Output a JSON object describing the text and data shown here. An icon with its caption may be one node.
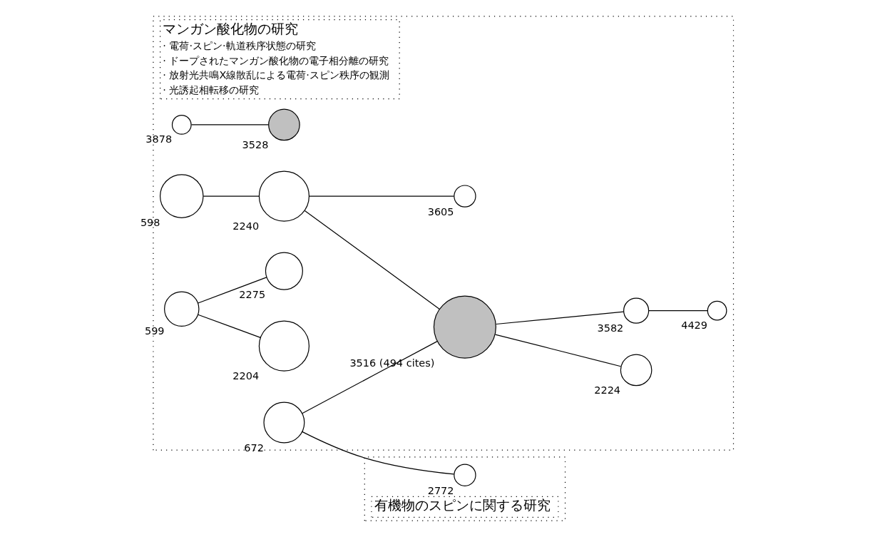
{
  "diagram": {
    "nodes": [
      {
        "text": [
          "マンガン酸化物の研究",
          "· 電荷·スピン·軌道秩序状態の研究",
          "· ドープされたマンガン酸化物の電子相分離の研究",
          "· 放射光共鳴X線散乱による電荷·スピン秩序の観測",
          "· 光誘起相転移の研究"
        ]
      },
      {
        "text": [
          "有機物のスピンに関する研究"
        ]
      },
      {
        "text": [],
        "shape": "circle",
        "beside": [
          "2772"
        ],
        "in": 1
      },
      {
        "text": [],
        "shape": "circle",
        "beside": [
          "3878"
        ],
        "in": 0
      },
      {
        "text": [],
        "shape": "circle",
        "beside": [
          "3528"
        ],
        "in": 0
      },
      {
        "text": [],
        "shape": "circle",
        "beside": [
          "598"
        ],
        "in": 0
      },
      {
        "text": [],
        "shape": "circle",
        "beside": [
          "2240"
        ],
        "in": 0
      },
      {
        "text": [],
        "shape": "circle",
        "beside": [
          "2204"
        ],
        "in": 0
      },
      {
        "text": [],
        "shape": "circle",
        "beside": [
          "2224"
        ],
        "in": 0
      },
      {
        "text": [],
        "shape": "circle",
        "beside": [
          "3516 (494 cites)"
        ],
        "in": 0
      },
      {
        "text": [],
        "shape": "circle",
        "beside": [
          "599"
        ],
        "in": 0
      },
      {
        "text": [],
        "shape": "circle",
        "beside": [
          "672"
        ],
        "in": 0
      },
      {
        "text": [],
        "shape": "circle",
        "beside": [
          "3605"
        ],
        "in": 0
      },
      {
        "text": [],
        "shape": "circle",
        "beside": [
          "3582"
        ],
        "in": 0
      },
      {
        "text": [],
        "shape": "circle",
        "beside": [
          "2275"
        ],
        "in": 0
      },
      {
        "text": [],
        "shape": "circle",
        "beside": [
          "4429"
        ],
        "in": 0
      }
    ],
    "edges": [
      {
        "from": 3,
        "to": 4,
        "arrow": "none"
      },
      {
        "from": 5,
        "to": 6,
        "arrow": "none"
      },
      {
        "from": 6,
        "to": 9,
        "arrow": "none"
      },
      {
        "from": 6,
        "to": 12,
        "arrow": "none"
      },
      {
        "from": 10,
        "to": 7,
        "arrow": "none"
      },
      {
        "from": 9,
        "to": 8,
        "arrow": "none"
      },
      {
        "from": 9,
        "to": 13,
        "arrow": "none"
      },
      {
        "from": 13,
        "to": 15,
        "arrow": "none"
      },
      {
        "from": 11,
        "to": 9,
        "arrow": "none"
      },
      {
        "from": 11,
        "to": 2,
        "arrow": "none"
      },
      {
        "from": 10,
        "to": 14,
        "arrow": "none"
      }
    ]
  }
}
